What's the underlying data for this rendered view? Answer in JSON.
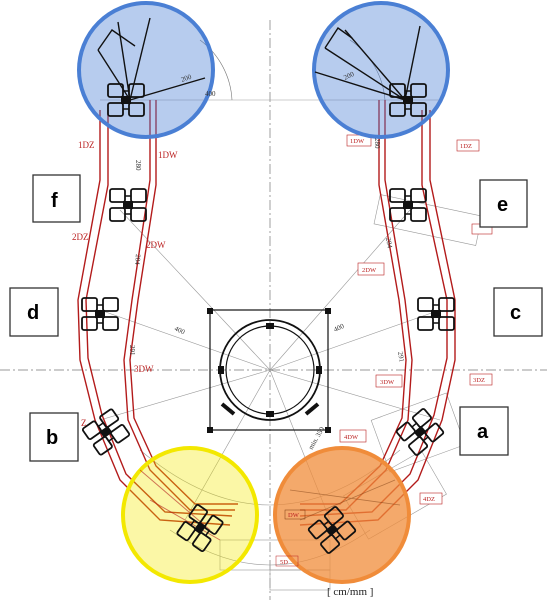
{
  "diagram": {
    "position_labels": {
      "a": "a",
      "b": "b",
      "c": "c",
      "d": "d",
      "e": "e",
      "f": "f"
    },
    "segment_labels": {
      "dz1": "1DZ",
      "dw1": "1DW",
      "dz2": "2DZ",
      "dw2": "2DW",
      "dw3": "3DW",
      "z": "Z"
    },
    "right_tags": {
      "dw1": "1DW",
      "dz1": "1DZ",
      "dw2": "2DW",
      "dw3": "3DW",
      "dz3": "3DZ",
      "dw4": "4DW",
      "dz4": "4DZ"
    },
    "bottom_tags": {
      "dw": "DW",
      "s": "5D"
    },
    "dimensions": {
      "d400_left": "400",
      "d400_right": "400",
      "d200_left": "200",
      "d400_top": "400",
      "d200_right": "200",
      "d280_left": "280",
      "d280_right": "280",
      "d284_left": "284",
      "d284_right": "284",
      "d291_left": "291",
      "d291_right": "291",
      "min": "min. 350"
    },
    "units": "[ cm/mm ]",
    "highlights": {
      "top_left": "#4a7fd4",
      "top_right": "#4a7fd4",
      "bottom_left": "#f3e800",
      "bottom_right": "#f08c3a"
    }
  }
}
